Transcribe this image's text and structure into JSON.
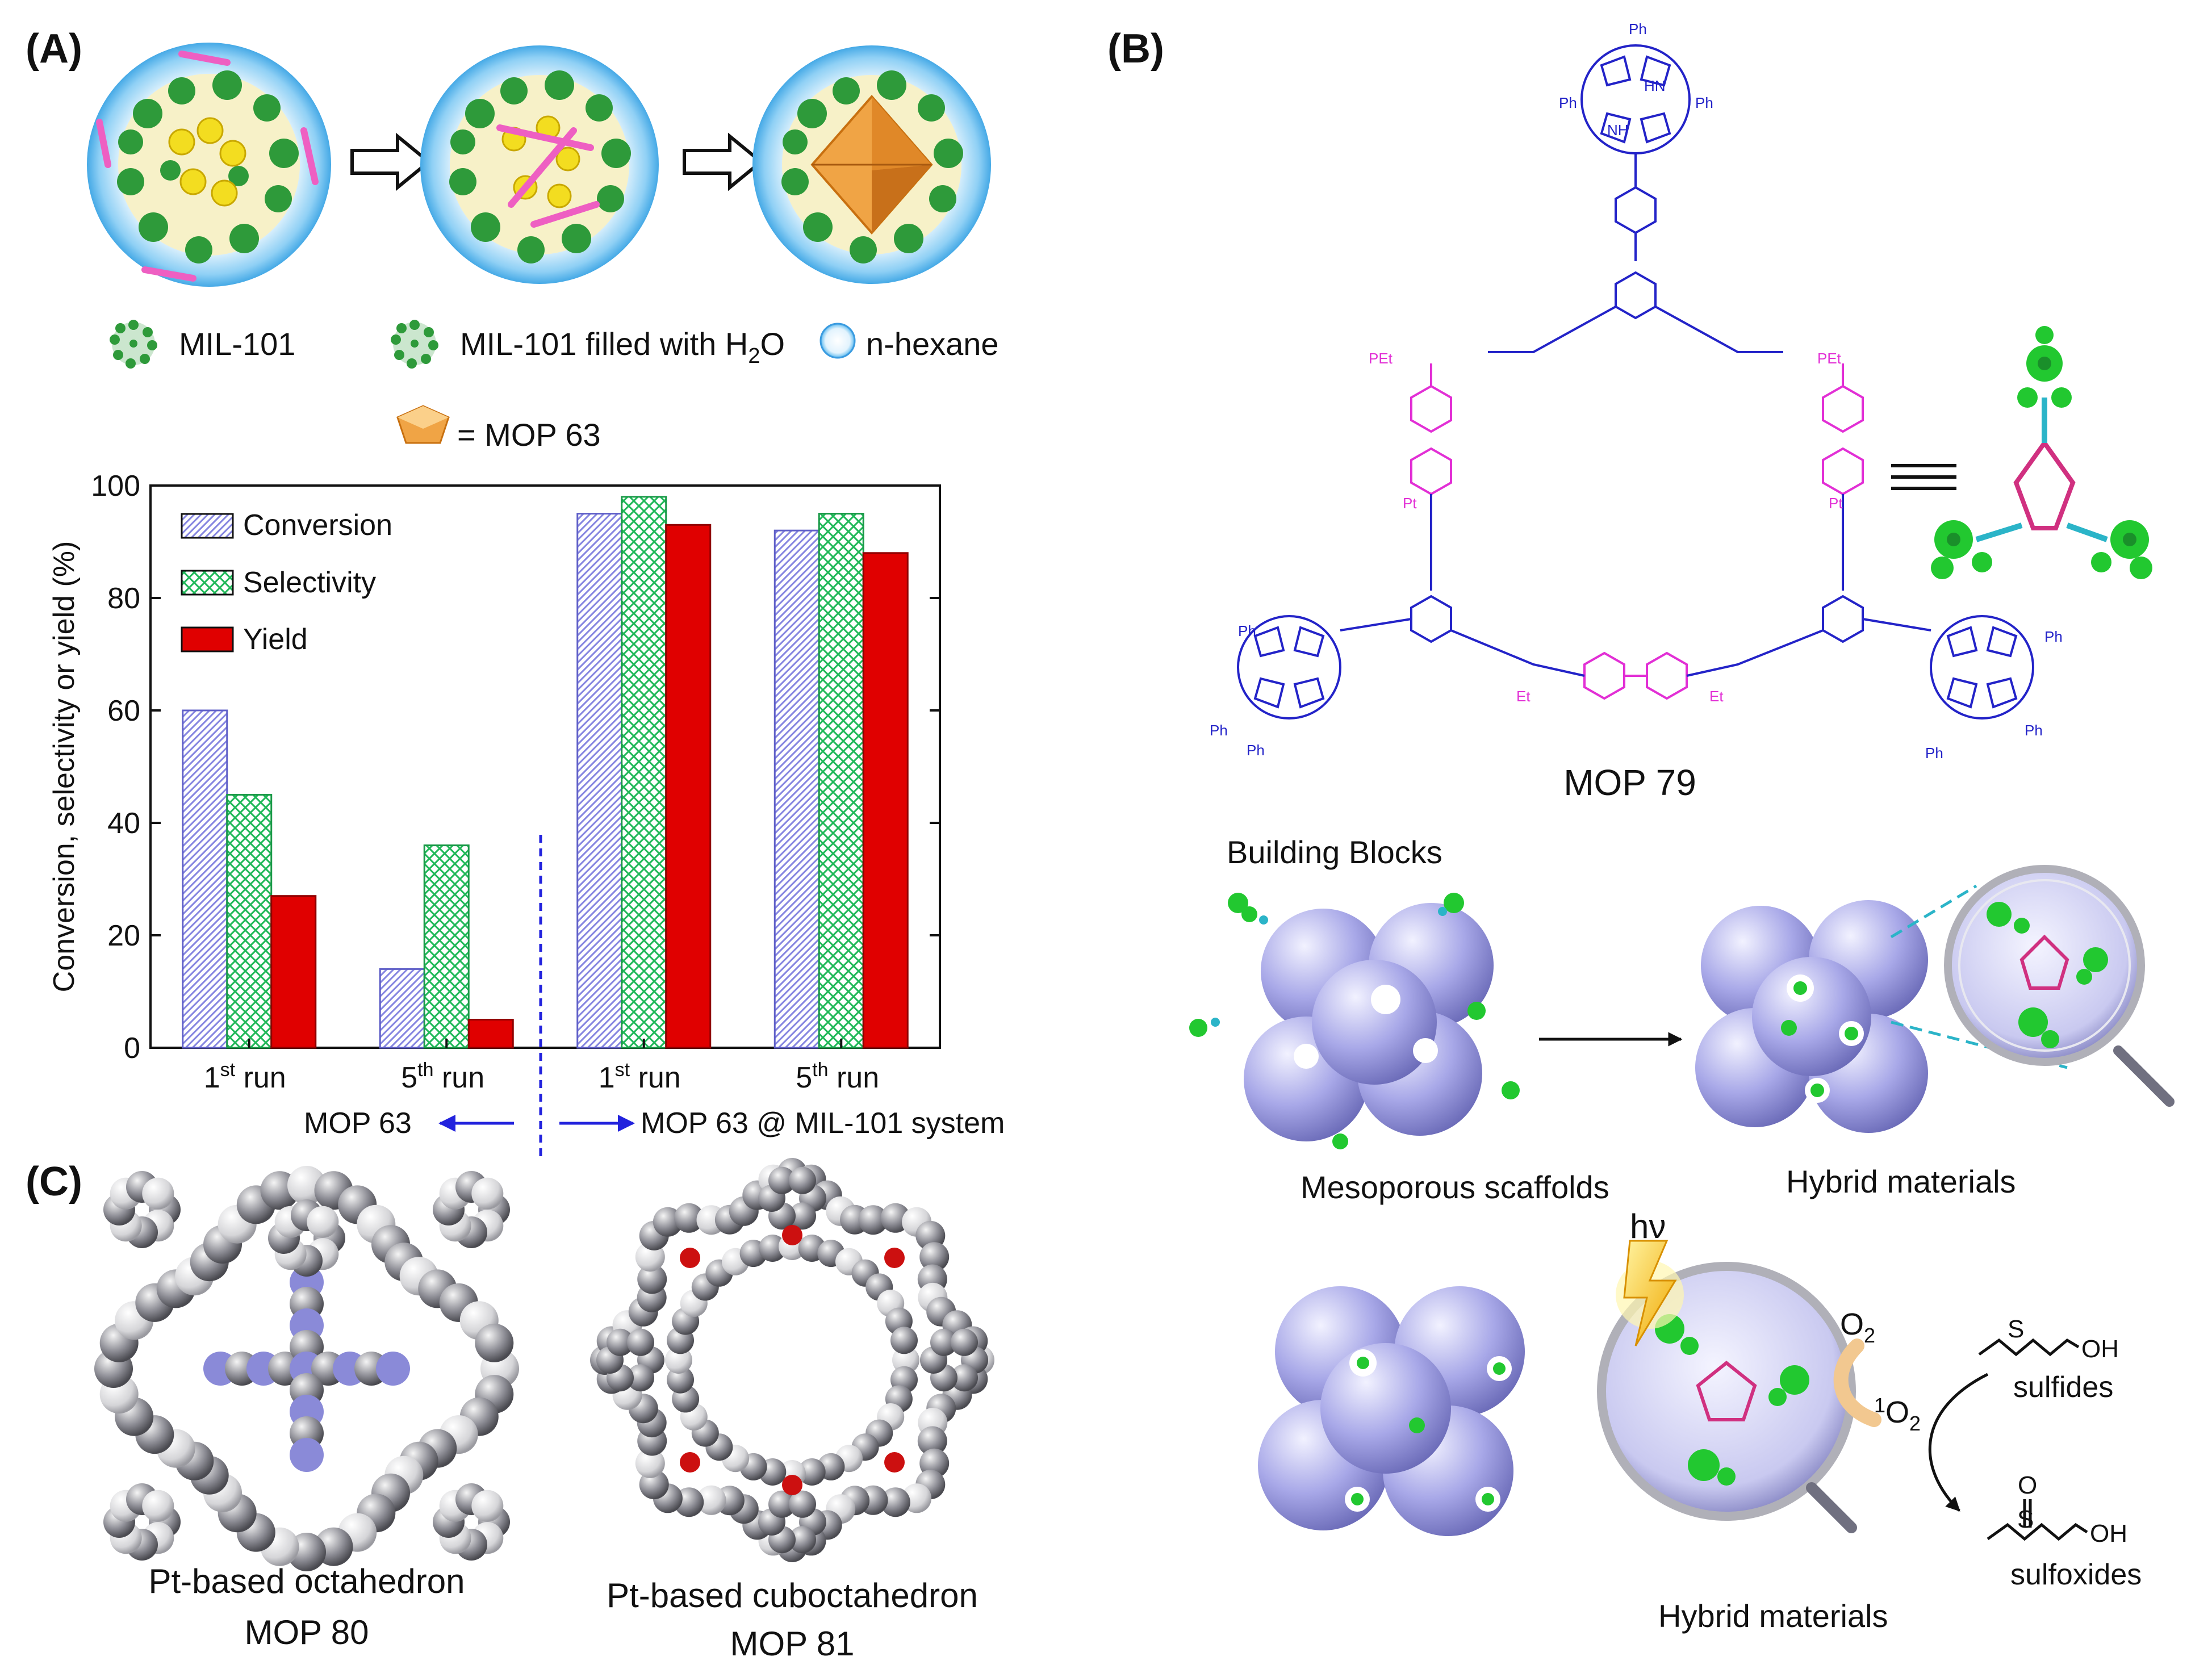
{
  "panels": {
    "a_label": "(A)",
    "b_label": "(B)",
    "c_label": "(C)"
  },
  "legend_a": {
    "mil101": "MIL-101",
    "mil101_water": "MIL-101 filled with H",
    "water_sub": "2",
    "water_tail": "O",
    "hexane": "n-hexane",
    "mop63": "= MOP 63"
  },
  "chart_data": {
    "type": "bar",
    "categories": [
      "1st run",
      "5th run",
      "1st run",
      "5th run"
    ],
    "category_sup": [
      "st",
      "th",
      "st",
      "th"
    ],
    "category_base": [
      "1",
      "5",
      "1",
      "5"
    ],
    "category_tail": [
      " run",
      " run",
      " run",
      " run"
    ],
    "series": [
      {
        "name": "Conversion",
        "values": [
          60,
          14,
          95,
          92
        ]
      },
      {
        "name": "Selectivity",
        "values": [
          45,
          36,
          98,
          95
        ]
      },
      {
        "name": "Yield",
        "values": [
          27,
          5,
          93,
          88
        ]
      }
    ],
    "ylabel": "Conversion, selectivity or yield (%)",
    "ylim": [
      0,
      100
    ],
    "yticks": [
      "0",
      "20",
      "40",
      "60",
      "80",
      "100"
    ],
    "group_left": "MOP 63",
    "group_right": "MOP 63 @ MIL-101 system",
    "legend_position": "top-left",
    "colors": {
      "Conversion": "#9a9ae6",
      "Selectivity": "#27c060",
      "Yield": "#e00000"
    }
  },
  "panel_b": {
    "mop79": "MOP 79",
    "building_blocks": "Building Blocks",
    "scaffolds": "Mesoporous scaffolds",
    "hybrid_top": "Hybrid materials",
    "hybrid_bottom": "Hybrid materials",
    "hv": "hν",
    "o2": "O",
    "o2_sub": "2",
    "singlet_sup": "1",
    "singlet": "O",
    "singlet_sub": "2",
    "sulfides": "sulfides",
    "sulfoxides": "sulfoxides",
    "s_atom": "S",
    "oh_1": "OH",
    "oh_2": "OH",
    "o_atom": "O",
    "ph": "Ph",
    "nh": "NH",
    "hn": "HN",
    "n": "N",
    "pet3": "PEt",
    "et3p": "Et",
    "pt": "Pt"
  },
  "panel_c": {
    "oct_line1": "Pt-based octahedron",
    "oct_line2": "MOP 80",
    "cub_line1": "Pt-based cuboctahedron",
    "cub_line2": "MOP 81"
  }
}
